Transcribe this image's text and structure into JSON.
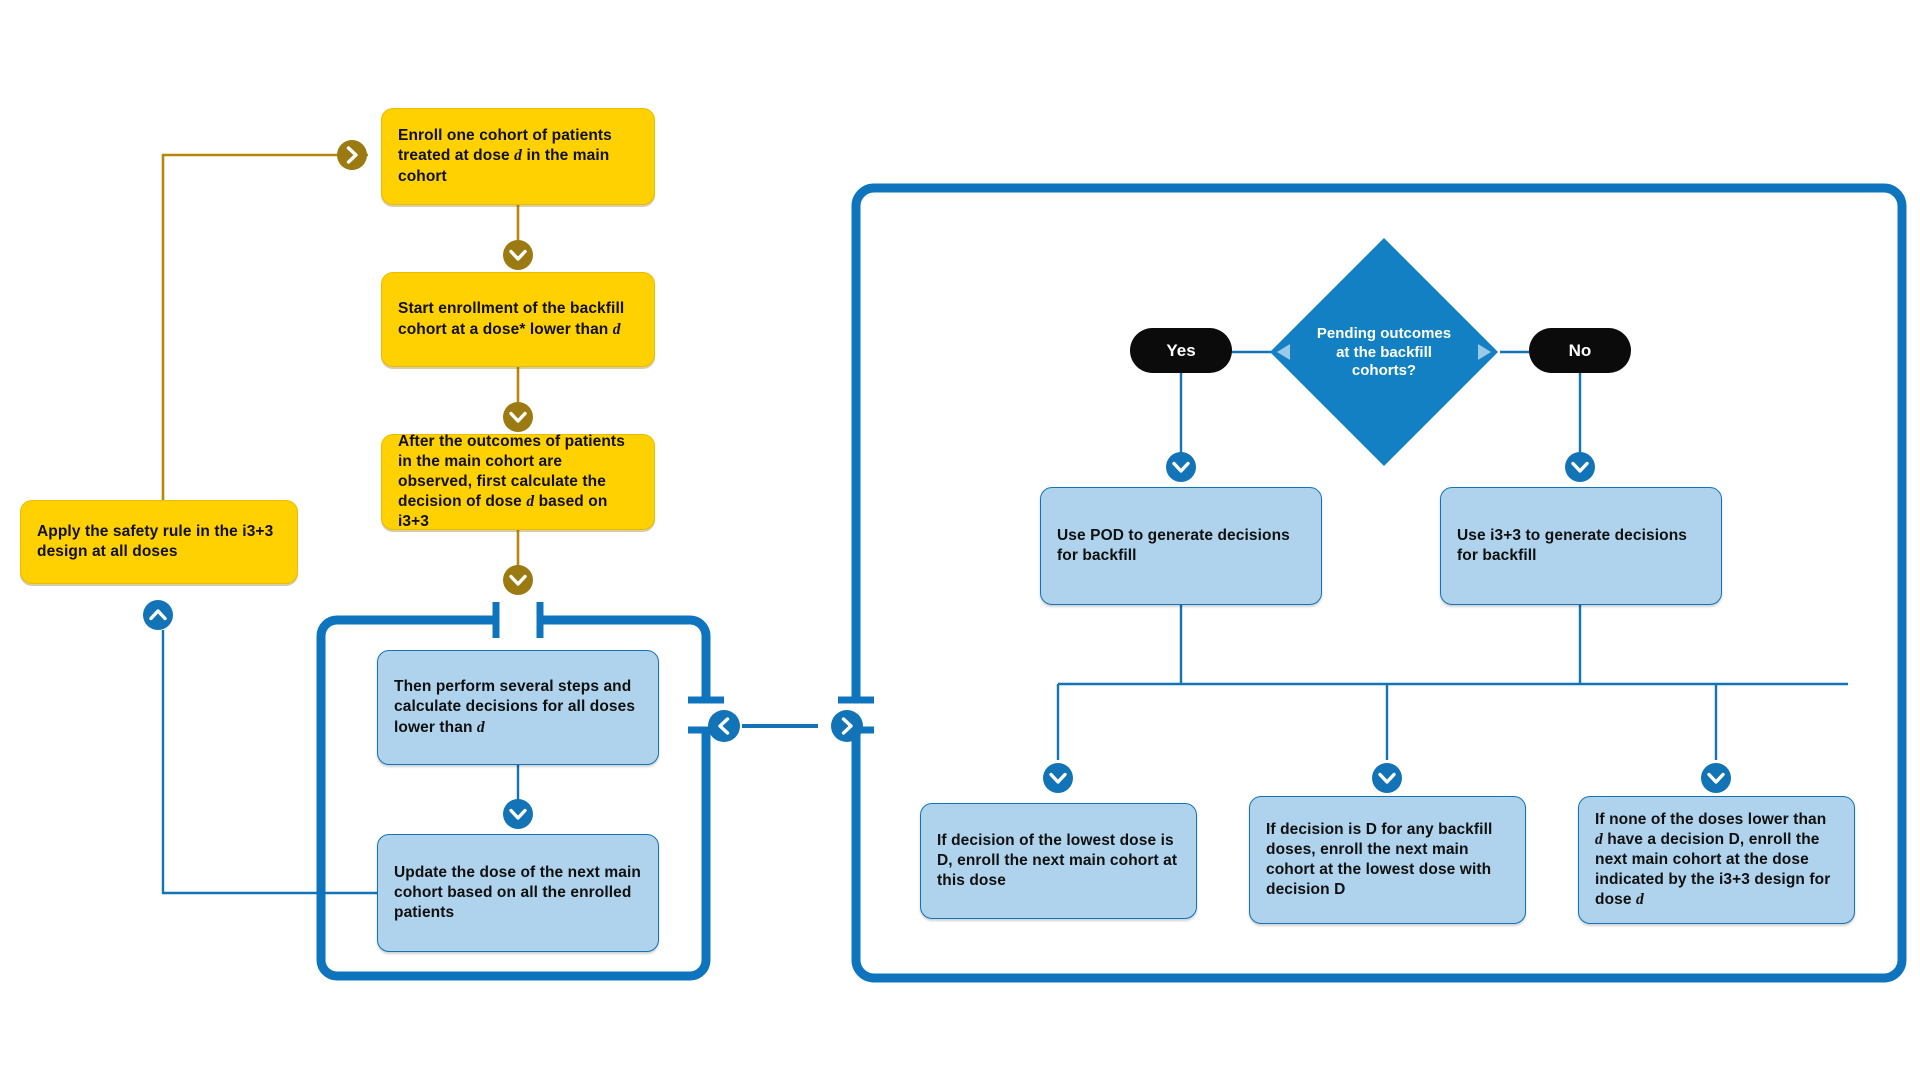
{
  "diagram": {
    "title": "Backfill dose-finding trial design flowchart",
    "colors": {
      "yellow_fill": "#FFD100",
      "yellow_stroke": "#B8860B",
      "blue_fill": "#AFD3EC",
      "blue_stroke": "#1273B6",
      "blue_strong": "#0D74BD",
      "black_pill": "#0B0B0B",
      "diamond_fill": "#1380C4"
    },
    "main_flow": [
      {
        "id": "enroll-main-cohort",
        "style": "yellow",
        "text_runs": [
          {
            "t": "Enroll one cohort of patients treated at dose "
          },
          {
            "t": "d",
            "italic": true
          },
          {
            "t": " in the main cohort"
          }
        ],
        "text": "Enroll one cohort of patients treated at dose d in the main cohort"
      },
      {
        "id": "start-backfill-enrollment",
        "style": "yellow",
        "text_runs": [
          {
            "t": "Start enrollment of the backfill cohort at a dose* lower than "
          },
          {
            "t": "d",
            "italic": true
          }
        ],
        "text": "Start enrollment of the backfill cohort at a dose* lower than d"
      },
      {
        "id": "calculate-decision-i33",
        "style": "yellow",
        "text_runs": [
          {
            "t": "After the outcomes of patients in the main cohort are observed, first calculate the decision of dose "
          },
          {
            "t": "d",
            "italic": true
          },
          {
            "t": " based on i3+3"
          }
        ],
        "text": "After the outcomes of patients in the main cohort are observed, first calculate the decision of dose d based on i3+3"
      },
      {
        "id": "apply-safety-rule",
        "style": "yellow",
        "text_runs": [
          {
            "t": "Apply the safety rule in the i3+3 design at all doses"
          }
        ],
        "text": "Apply the safety rule in the i3+3 design at all doses"
      },
      {
        "id": "perform-steps-lower-doses",
        "style": "blue",
        "text_runs": [
          {
            "t": "Then perform several steps and calculate decisions for all doses lower than "
          },
          {
            "t": "d",
            "italic": true
          }
        ],
        "text": "Then perform several steps and calculate decisions for all doses lower than d"
      },
      {
        "id": "update-next-dose",
        "style": "blue",
        "text_runs": [
          {
            "t": "Update the dose of the next main cohort based on all the enrolled patients"
          }
        ],
        "text": "Update the dose of the next main cohort based on all the enrolled patients"
      }
    ],
    "decision": {
      "id": "pending-outcomes-decision",
      "text": "Pending outcomes at the backfill cohorts?",
      "lines": [
        "Pending outcomes",
        "at the backfill",
        "cohorts?"
      ],
      "yes_label": "Yes",
      "no_label": "No"
    },
    "branches": [
      {
        "id": "use-pod",
        "style": "blue",
        "text_runs": [
          {
            "t": "Use POD to generate decisions for backfill"
          }
        ],
        "text": "Use POD to generate decisions for backfill"
      },
      {
        "id": "use-i33",
        "style": "blue",
        "text_runs": [
          {
            "t": "Use i3+3 to generate decisions for backfill"
          }
        ],
        "text": "Use i3+3 to generate decisions for backfill"
      }
    ],
    "outcomes": [
      {
        "id": "lowest-dose-is-d",
        "style": "blue",
        "text_runs": [
          {
            "t": "If decision of the lowest dose is D, enroll the next main cohort at this dose"
          }
        ],
        "text": "If decision of the lowest dose is D, enroll the next main cohort at this dose"
      },
      {
        "id": "any-backfill-dose-d",
        "style": "blue",
        "text_runs": [
          {
            "t": "If decision is D for any backfill doses, enroll the next main cohort at the lowest dose with decision D"
          }
        ],
        "text": "If decision is D for any backfill doses, enroll the next main cohort at the lowest dose with decision D"
      },
      {
        "id": "none-have-decision-d",
        "style": "blue",
        "text_runs": [
          {
            "t": "If none of the doses lower than "
          },
          {
            "t": "d",
            "italic": true
          },
          {
            "t": " have a decision D, enroll the next main cohort at the dose indicated by the i3+3 design for dose "
          },
          {
            "t": "d",
            "italic": true
          }
        ],
        "text": "If none of the doses lower than d have a decision D, enroll the next main cohort at the dose indicated by the i3+3 design for dose d"
      }
    ],
    "connectors": {
      "chevron_down": "chevron-down-icon",
      "chevron_up": "chevron-up-icon",
      "chevron_right": "chevron-right-icon",
      "chevron_left": "chevron-left-icon"
    }
  }
}
